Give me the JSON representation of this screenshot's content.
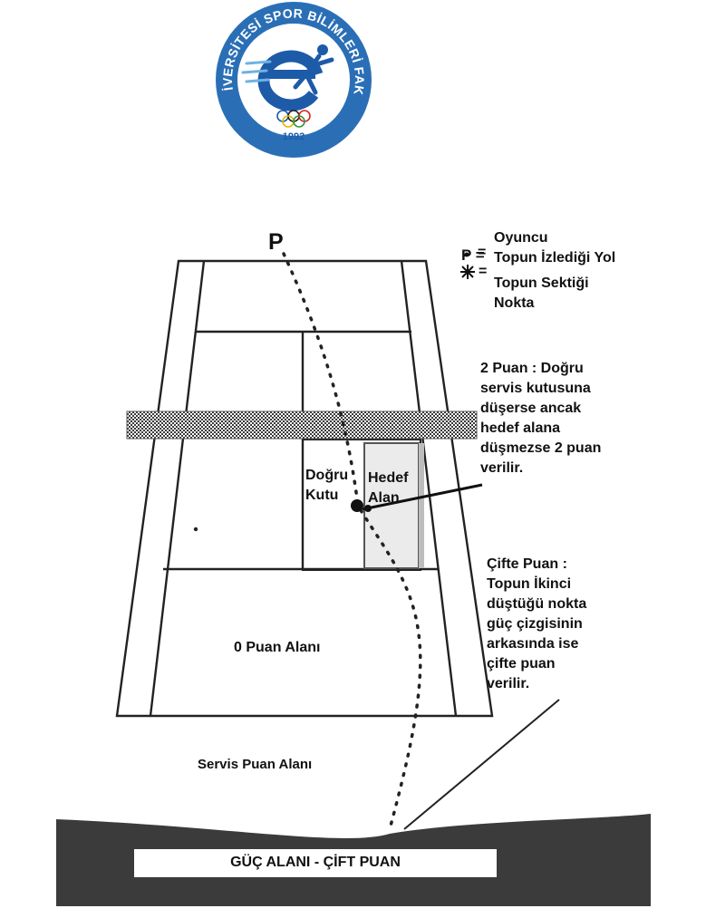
{
  "logo": {
    "ring_text": "EGE ÜNİVERSİTESİ SPOR BİLİMLERİ FAKÜLTESİ",
    "year": "1992",
    "colors": {
      "ring": "#2a6fb6",
      "inner": "#ffffff",
      "accent": "#1d5ba8"
    }
  },
  "legend": {
    "player_symbol": "P",
    "player_label": "Oyuncu",
    "path_label": "Topun İzlediği Yol",
    "bounce_label": "Topun Sektiği\nNokta"
  },
  "court": {
    "player_marker": "P",
    "correct_box_label": "Doğru\nKutu",
    "target_area_label": "Hedef\nAlan",
    "zero_area_label": "0 Puan Alanı",
    "serve_area_label": "Servis Puan Alanı",
    "power_area_label": "GÜÇ ALANI - ÇİFT PUAN"
  },
  "notes": {
    "two_points": "2 Puan : Doğru\nservis kutusuna\ndüşerse ancak\nhedef alana\ndüşmezse 2 puan\nverilir.",
    "double_points": "Çifte Puan :\nTopun İkinci\ndüştüğü nokta\ngüç çizgisinin\narkasında ise\nçifte puan\nverilir."
  }
}
